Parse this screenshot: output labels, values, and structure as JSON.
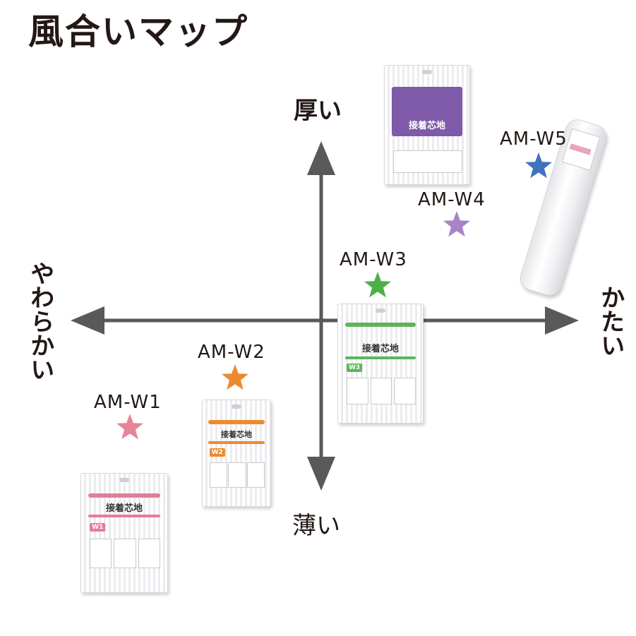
{
  "title": "風合いマップ",
  "axes": {
    "top": "厚い",
    "bottom": "薄い",
    "left": "やわらかい",
    "right": "かたい"
  },
  "items": [
    {
      "label": "AM-W1",
      "star_color": "#e8849a"
    },
    {
      "label": "AM-W2",
      "star_color": "#ea8a2e"
    },
    {
      "label": "AM-W3",
      "star_color": "#4cb048"
    },
    {
      "label": "AM-W4",
      "star_color": "#a983c6"
    },
    {
      "label": "AM-W5",
      "star_color": "#3f73bf"
    }
  ],
  "packages": [
    {
      "name": "接着芯地",
      "code": "W1",
      "accent": "#e47d97"
    },
    {
      "name": "接着芯地",
      "code": "W2",
      "accent": "#ee8b2e"
    },
    {
      "name": "接着芯地",
      "code": "W3",
      "accent": "#5db55a"
    },
    {
      "name": "接着芯地",
      "code": "",
      "accent": "#7e5aa8"
    }
  ],
  "colors": {
    "axis": "#58595b",
    "text": "#231815"
  }
}
